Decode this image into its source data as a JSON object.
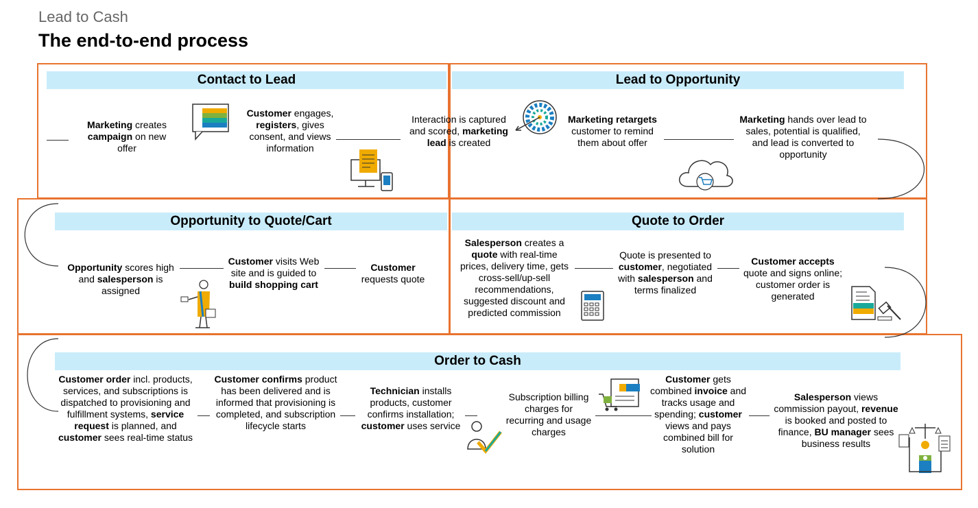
{
  "supertitle": "Lead to Cash",
  "title": "The end-to-end process",
  "stages": [
    {
      "name": "Contact to Lead"
    },
    {
      "name": "Lead to Opportunity"
    },
    {
      "name": "Opportunity to Quote/Cart"
    },
    {
      "name": "Quote to Order"
    },
    {
      "name": "Order to Cash"
    }
  ],
  "steps": [
    {
      "parts": [
        {
          "t": "Marketing",
          "b": true
        },
        {
          "t": " creates "
        },
        {
          "t": "campaign",
          "b": true
        },
        {
          "t": " on new offer"
        }
      ]
    },
    {
      "parts": [
        {
          "t": "Customer",
          "b": true
        },
        {
          "t": " engages, "
        },
        {
          "t": "registers",
          "b": true
        },
        {
          "t": ", gives consent, and views information"
        }
      ]
    },
    {
      "parts": [
        {
          "t": "Interaction is captured and scored, "
        },
        {
          "t": "marketing lead",
          "b": true
        },
        {
          "t": " is created"
        }
      ]
    },
    {
      "parts": [
        {
          "t": "Marketing retargets",
          "b": true
        },
        {
          "t": " customer to remind them about offer"
        }
      ]
    },
    {
      "parts": [
        {
          "t": "Marketing",
          "b": true
        },
        {
          "t": " hands over lead to sales, potential is qualified, and lead is converted to opportunity"
        }
      ]
    },
    {
      "parts": [
        {
          "t": "Opportunity",
          "b": true
        },
        {
          "t": " scores high and "
        },
        {
          "t": "salesperson",
          "b": true
        },
        {
          "t": " is assigned"
        }
      ]
    },
    {
      "parts": [
        {
          "t": "Customer",
          "b": true
        },
        {
          "t": " visits Web site and is guided to "
        },
        {
          "t": "build shopping cart",
          "b": true
        }
      ]
    },
    {
      "parts": [
        {
          "t": "Customer",
          "b": true
        },
        {
          "t": " requests quote"
        }
      ]
    },
    {
      "parts": [
        {
          "t": "Salesperson",
          "b": true
        },
        {
          "t": " creates a "
        },
        {
          "t": "quote",
          "b": true
        },
        {
          "t": " with real-time prices, delivery time, gets cross-sell/up-sell recommendations, suggested discount and predicted commission"
        }
      ]
    },
    {
      "parts": [
        {
          "t": "Quote is presented to "
        },
        {
          "t": "customer",
          "b": true
        },
        {
          "t": ", negotiated with "
        },
        {
          "t": "salesperson",
          "b": true
        },
        {
          "t": " and terms finalized"
        }
      ]
    },
    {
      "parts": [
        {
          "t": "Customer accepts",
          "b": true
        },
        {
          "t": " quote and signs online; customer order is generated"
        }
      ]
    },
    {
      "parts": [
        {
          "t": "Customer order",
          "b": true
        },
        {
          "t": " incl. products, services, and subscriptions is dispatched to provisioning and fulfillment systems, "
        },
        {
          "t": "service request",
          "b": true
        },
        {
          "t": " is planned, and "
        },
        {
          "t": "customer",
          "b": true
        },
        {
          "t": " sees real-time status"
        }
      ]
    },
    {
      "parts": [
        {
          "t": "Customer confirms",
          "b": true
        },
        {
          "t": " product has been delivered and is informed that provisioning is completed, and subscription lifecycle starts"
        }
      ]
    },
    {
      "parts": [
        {
          "t": "Technician",
          "b": true
        },
        {
          "t": " installs products, customer confirms installation; "
        },
        {
          "t": "customer",
          "b": true
        },
        {
          "t": " uses service"
        }
      ]
    },
    {
      "parts": [
        {
          "t": "Subscription billing charges for recurring and usage charges"
        }
      ]
    },
    {
      "parts": [
        {
          "t": "Customer",
          "b": true
        },
        {
          "t": " gets combined "
        },
        {
          "t": "invoice",
          "b": true
        },
        {
          "t": " and tracks usage and spending; "
        },
        {
          "t": "customer",
          "b": true
        },
        {
          "t": " views and pays combined bill for solution"
        }
      ]
    },
    {
      "parts": [
        {
          "t": "Salesperson",
          "b": true
        },
        {
          "t": " views commission payout, "
        },
        {
          "t": "revenue",
          "b": true
        },
        {
          "t": " is booked and posted to finance, "
        },
        {
          "t": "BU manager",
          "b": true
        },
        {
          "t": " sees business results"
        }
      ]
    }
  ],
  "icons": [
    "chat-screen-icon",
    "desktop-mobile-icon",
    "target-dartboard-icon",
    "cloud-cart-icon",
    "person-shopping-bag-icon",
    "calculator-icon",
    "contract-gavel-icon",
    "user-check-icon",
    "invoice-cart-icon",
    "finance-scales-icon"
  ],
  "colors": {
    "accent": "#e8732f",
    "band": "#c9ecfa",
    "blue": "#1b7fc1",
    "teal": "#19a99a",
    "gold": "#f0ab00"
  }
}
